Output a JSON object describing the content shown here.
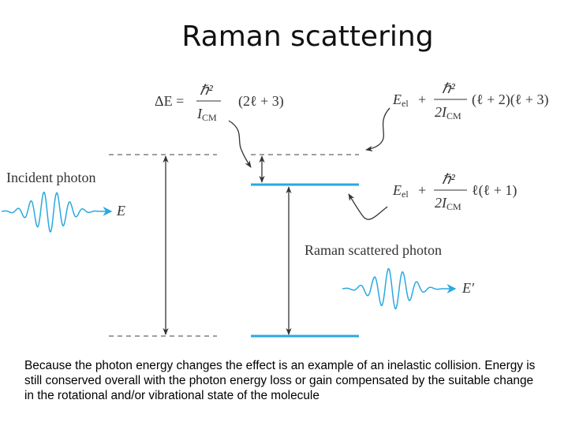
{
  "title": "Raman scattering",
  "labels": {
    "incident_photon": "Incident photon",
    "raman_photon": "Raman scattered photon",
    "E": "E",
    "E_prime": "E′"
  },
  "equations": {
    "delta_E": {
      "lhs": "ΔE =",
      "numerator": "ℏ²",
      "denominator": "I",
      "denominator_sub": "CM",
      "factor": "(2ℓ + 3)"
    },
    "upper_level": {
      "lhs": "E",
      "lhs_sub": "el",
      "plus": "+",
      "numerator": "ℏ²",
      "denominator": "2I",
      "denominator_sub": "CM",
      "factor": "(ℓ + 2)(ℓ + 3)"
    },
    "lower_level": {
      "lhs": "E",
      "lhs_sub": "el",
      "plus": "+",
      "numerator": "ℏ²",
      "denominator": "2I",
      "denominator_sub": "CM",
      "factor": "ℓ(ℓ + 1)"
    }
  },
  "caption": "Because the photon energy changes the effect is an example of an inelastic collision. Energy is still conserved overall with the photon energy loss or gain compensated by the suitable change in the rotational and/or vibrational state of the molecule",
  "colors": {
    "level": "#29a9e0",
    "wave": "#29a9e0",
    "arrow": "#333333",
    "text": "#333333"
  }
}
